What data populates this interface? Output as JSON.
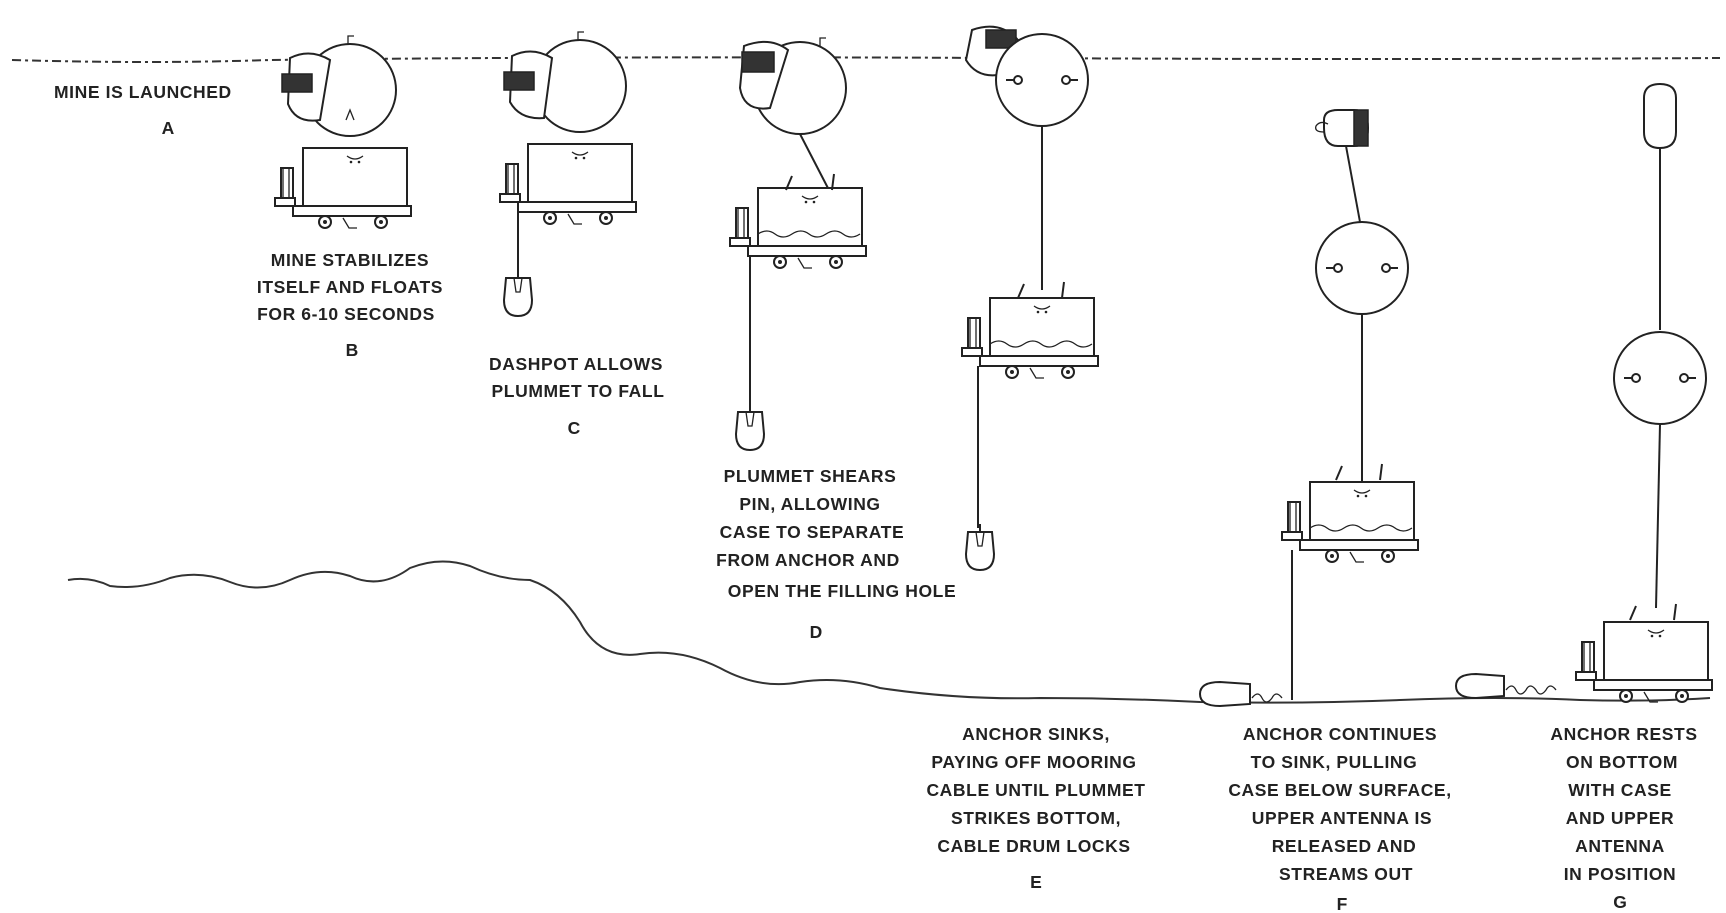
{
  "stages": [
    {
      "letter": "A",
      "caption": [
        "MINE IS LAUNCHED"
      ]
    },
    {
      "letter": "B",
      "caption": [
        "MINE STABILIZES",
        "ITSELF AND FLOATS",
        "FOR 6-10 SECONDS"
      ]
    },
    {
      "letter": "C",
      "caption": [
        "DASHPOT ALLOWS",
        "PLUMMET TO FALL"
      ]
    },
    {
      "letter": "D",
      "caption": [
        "PLUMMET SHEARS",
        "PIN, ALLOWING",
        "CASE TO SEPARATE",
        "FROM ANCHOR AND",
        "OPEN THE FILLING HOLE"
      ]
    },
    {
      "letter": "E",
      "caption": [
        "ANCHOR SINKS,",
        "PAYING OFF MOORING",
        "CABLE UNTIL PLUMMET",
        "STRIKES BOTTOM,",
        "CABLE DRUM LOCKS"
      ]
    },
    {
      "letter": "F",
      "caption": [
        "ANCHOR CONTINUES",
        "TO SINK, PULLING",
        "CASE BELOW SURFACE,",
        "UPPER ANTENNA IS",
        "RELEASED AND",
        "STREAMS OUT"
      ]
    },
    {
      "letter": "G",
      "caption": [
        "ANCHOR RESTS",
        "ON BOTTOM",
        "WITH CASE",
        "AND UPPER",
        "ANTENNA",
        "IN POSITION"
      ]
    }
  ],
  "colors": {
    "ink": "#222222",
    "background": "#ffffff"
  }
}
